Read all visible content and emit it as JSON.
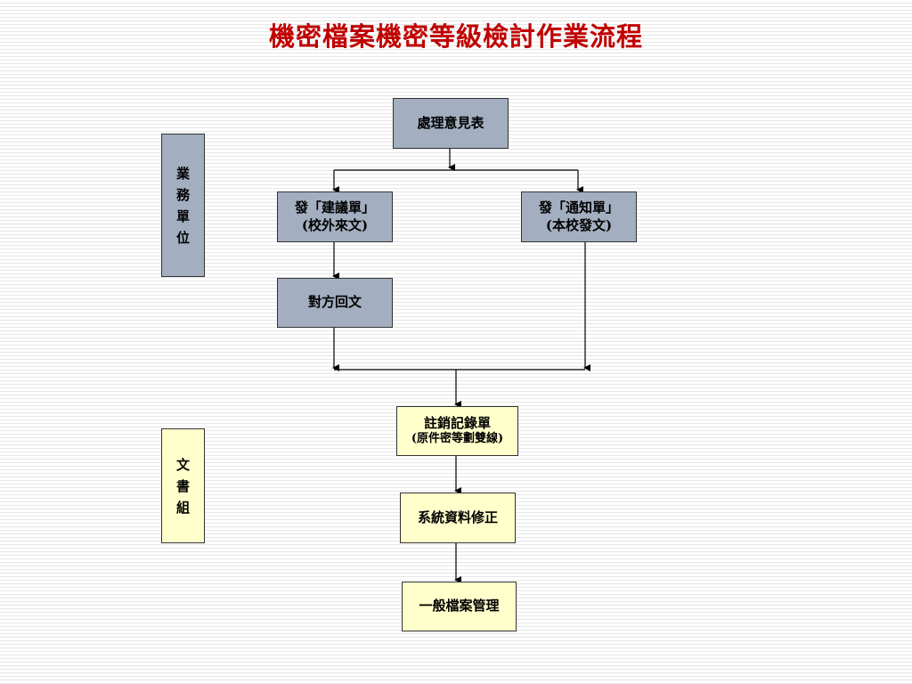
{
  "title": "機密檔案機密等級檢討作業流程",
  "colors": {
    "title": "#c00000",
    "unit_box": "#a3afc0",
    "document_box": "#ffffcc",
    "line": "#000000"
  },
  "lanes": {
    "business_unit": "業務單位",
    "document_section": "文書組"
  },
  "nodes": {
    "opinion_form": "處理意見表",
    "suggestion_form_line1": "發「建議單」",
    "suggestion_form_line2": "(校外來文)",
    "notice_form_line1": "發「通知單」",
    "notice_form_line2": "(本校發文)",
    "reply": "對方回文",
    "cancel_record_line1": "註銷記錄單",
    "cancel_record_line2": "(原件密等劃雙線)",
    "system_update": "系統資料修正",
    "general_archive": "一般檔案管理"
  },
  "edges": [
    [
      "處理意見表",
      "發「建議單」"
    ],
    [
      "處理意見表",
      "發「通知單」"
    ],
    [
      "發「建議單」",
      "對方回文"
    ],
    [
      "對方回文",
      "註銷記錄單"
    ],
    [
      "發「通知單」",
      "註銷記錄單"
    ],
    [
      "註銷記錄單",
      "系統資料修正"
    ],
    [
      "系統資料修正",
      "一般檔案管理"
    ]
  ]
}
